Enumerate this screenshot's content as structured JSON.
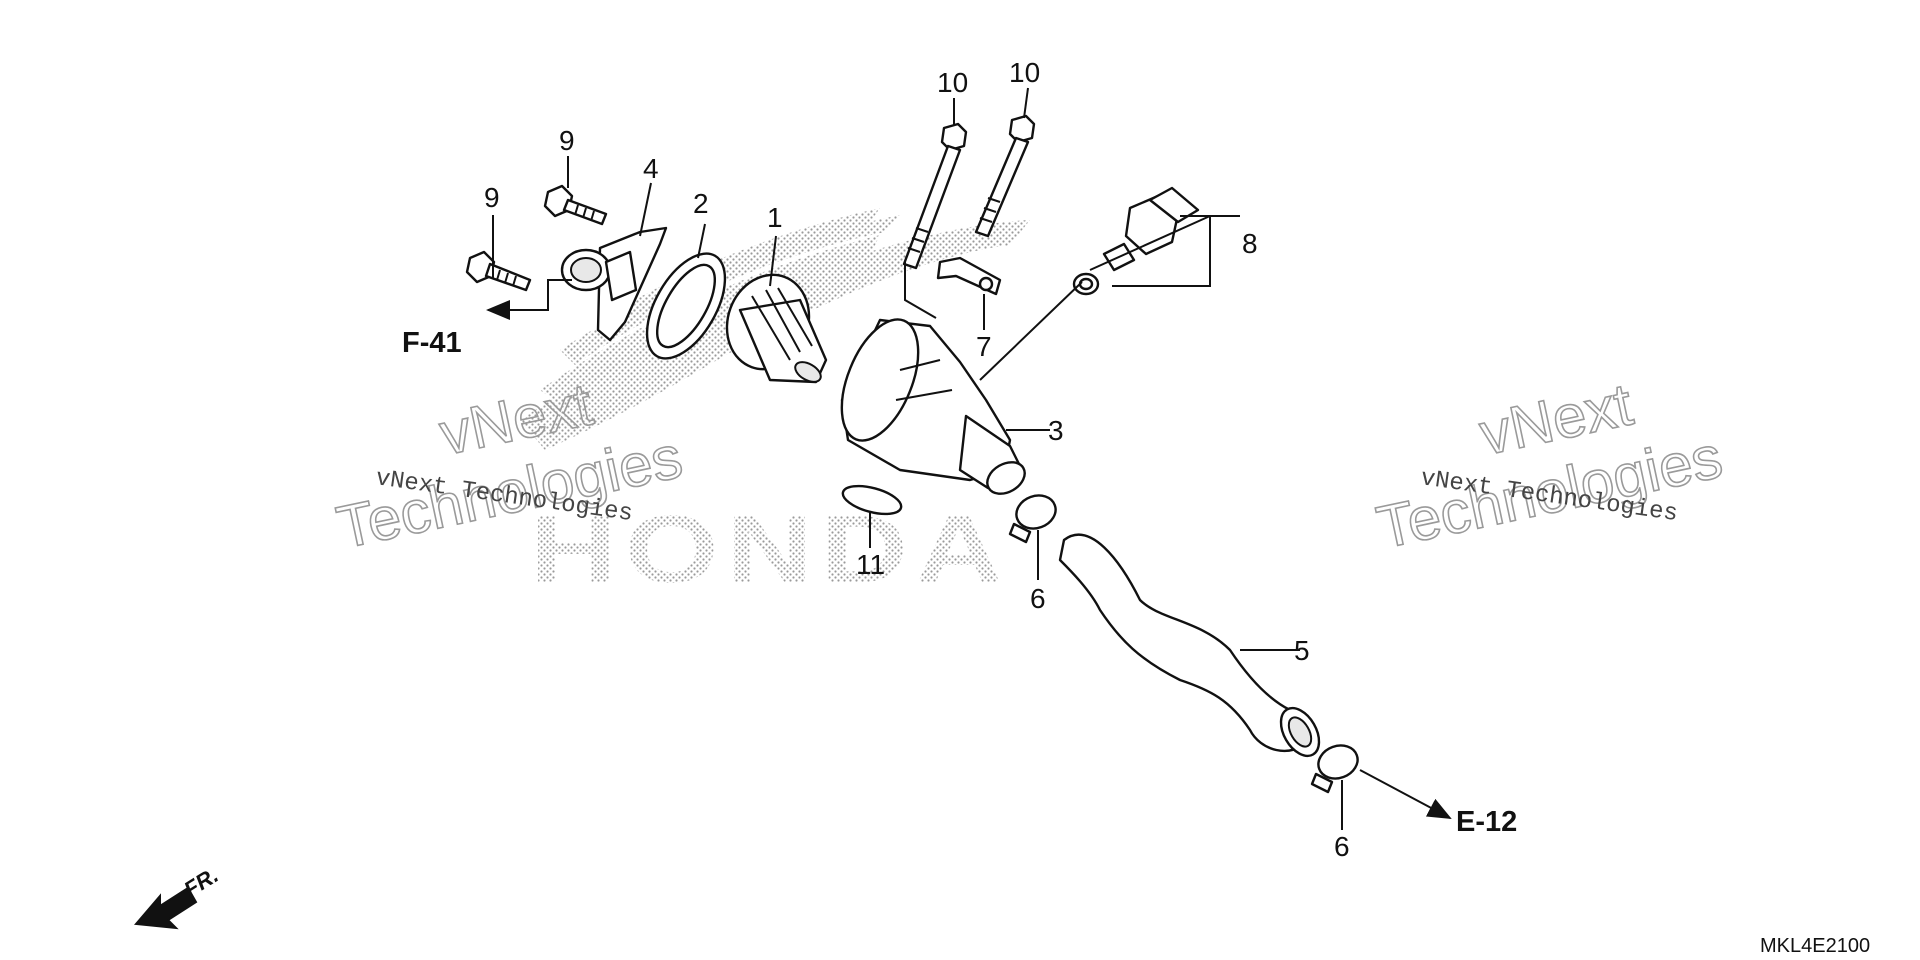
{
  "diagram": {
    "callouts": {
      "c1": "1",
      "c2": "2",
      "c3": "3",
      "c4": "4",
      "c5": "5",
      "c6a": "6",
      "c6b": "6",
      "c7": "7",
      "c8": "8",
      "c9a": "9",
      "c9b": "9",
      "c10a": "10",
      "c10b": "10",
      "c11": "11"
    },
    "references": {
      "left": "F-41",
      "right": "E-12"
    },
    "front_marker": "FR.",
    "figure_code": "MKL4E2100",
    "background_logo": "HONDA"
  },
  "watermarks": {
    "left_text": "vNext Technologies",
    "left_outline_top": "vNext",
    "left_outline_bottom": "Technologies",
    "right_text": "vNext Technologies",
    "right_outline_top": "vNext",
    "right_outline_bottom": "Technologies"
  }
}
